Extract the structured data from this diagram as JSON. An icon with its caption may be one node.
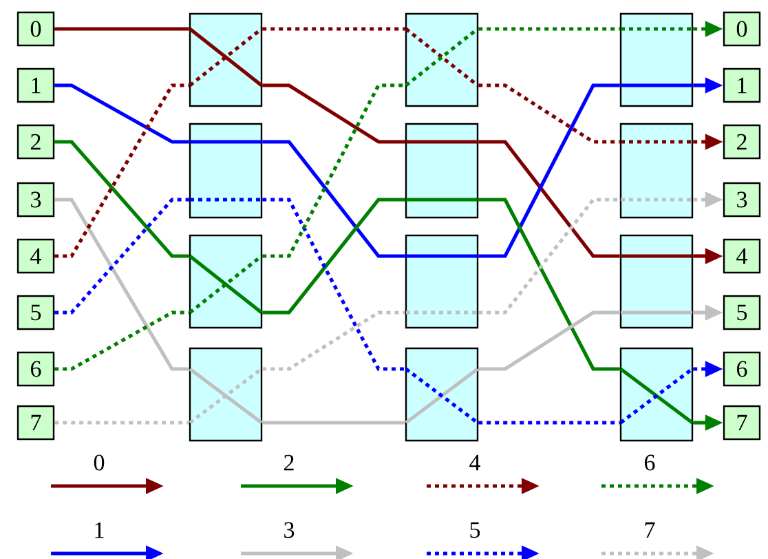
{
  "diagram": {
    "nodes": [
      {
        "text": [
          "0"
        ]
      },
      {
        "text": [
          "1"
        ]
      },
      {
        "text": [
          "2"
        ]
      },
      {
        "text": [
          "3"
        ]
      },
      {
        "text": [
          "4"
        ]
      },
      {
        "text": [
          "5"
        ]
      },
      {
        "text": [
          "6"
        ]
      },
      {
        "text": [
          "7"
        ]
      },
      {
        "text": [],
        "shape": "box"
      },
      {
        "text": [],
        "shape": "box"
      },
      {
        "text": [],
        "shape": "box"
      },
      {
        "text": [],
        "shape": "box"
      },
      {
        "text": [],
        "shape": "box"
      },
      {
        "text": [],
        "shape": "box"
      },
      {
        "text": [],
        "shape": "box"
      },
      {
        "text": [],
        "shape": "box"
      },
      {
        "text": [],
        "shape": "box"
      },
      {
        "text": [],
        "shape": "box"
      },
      {
        "text": [],
        "shape": "box"
      },
      {
        "text": [],
        "shape": "box"
      },
      {
        "text": [
          "0"
        ]
      },
      {
        "text": [
          "1"
        ]
      },
      {
        "text": [
          "2"
        ]
      },
      {
        "text": [
          "3"
        ]
      },
      {
        "text": [
          "4"
        ]
      },
      {
        "text": [
          "5"
        ]
      },
      {
        "text": [
          "6"
        ]
      },
      {
        "text": [
          "7"
        ]
      }
    ],
    "edges": [
      {
        "from": 0,
        "to": 8,
        "arrow": "none",
        "color": "#800000"
      },
      {
        "from": 8,
        "to": 13,
        "arrow": "none",
        "color": "#800000"
      },
      {
        "from": 13,
        "to": 18,
        "arrow": "none",
        "color": "#800000"
      },
      {
        "from": 18,
        "to": 24,
        "arrow": "to",
        "color": "#800000"
      },
      {
        "from": 1,
        "to": 9,
        "arrow": "none",
        "color": "#0000ff"
      },
      {
        "from": 9,
        "to": 14,
        "arrow": "none",
        "color": "#0000ff"
      },
      {
        "from": 14,
        "to": 16,
        "arrow": "none",
        "color": "#0000ff"
      },
      {
        "from": 16,
        "to": 21,
        "arrow": "to",
        "color": "#0000ff"
      },
      {
        "from": 2,
        "to": 10,
        "arrow": "none",
        "color": "#008000"
      },
      {
        "from": 10,
        "to": 13,
        "arrow": "none",
        "color": "#008000"
      },
      {
        "from": 13,
        "to": 19,
        "arrow": "none",
        "color": "#008000"
      },
      {
        "from": 19,
        "to": 27,
        "arrow": "to",
        "color": "#008000"
      },
      {
        "from": 3,
        "to": 11,
        "arrow": "none",
        "color": "#c0c0c0"
      },
      {
        "from": 11,
        "to": 15,
        "arrow": "none",
        "color": "#c0c0c0"
      },
      {
        "from": 15,
        "to": 18,
        "arrow": "none",
        "color": "#c0c0c0"
      },
      {
        "from": 18,
        "to": 25,
        "arrow": "to",
        "color": "#c0c0c0"
      },
      {
        "from": 4,
        "to": 8,
        "arrow": "none",
        "style": "dashed",
        "color": "#800000"
      },
      {
        "from": 8,
        "to": 12,
        "arrow": "none",
        "style": "dashed",
        "color": "#800000"
      },
      {
        "from": 12,
        "to": 17,
        "arrow": "none",
        "style": "dashed",
        "color": "#800000"
      },
      {
        "from": 17,
        "to": 22,
        "arrow": "to",
        "style": "dashed",
        "color": "#800000"
      },
      {
        "from": 5,
        "to": 9,
        "arrow": "none",
        "style": "dashed",
        "color": "#0000ff"
      },
      {
        "from": 9,
        "to": 15,
        "arrow": "none",
        "style": "dashed",
        "color": "#0000ff"
      },
      {
        "from": 15,
        "to": 19,
        "arrow": "none",
        "style": "dashed",
        "color": "#0000ff"
      },
      {
        "from": 19,
        "to": 26,
        "arrow": "to",
        "style": "dashed",
        "color": "#0000ff"
      },
      {
        "from": 6,
        "to": 10,
        "arrow": "none",
        "style": "dashed",
        "color": "#008000"
      },
      {
        "from": 10,
        "to": 12,
        "arrow": "none",
        "style": "dashed",
        "color": "#008000"
      },
      {
        "from": 12,
        "to": 16,
        "arrow": "none",
        "style": "dashed",
        "color": "#008000"
      },
      {
        "from": 16,
        "to": 20,
        "arrow": "to",
        "style": "dashed",
        "color": "#008000"
      },
      {
        "from": 7,
        "to": 11,
        "arrow": "none",
        "style": "dashed",
        "color": "#c0c0c0"
      },
      {
        "from": 11,
        "to": 14,
        "arrow": "none",
        "style": "dashed",
        "color": "#c0c0c0"
      },
      {
        "from": 14,
        "to": 17,
        "arrow": "none",
        "style": "dashed",
        "color": "#c0c0c0"
      },
      {
        "from": 17,
        "to": 23,
        "arrow": "to",
        "style": "dashed",
        "color": "#c0c0c0"
      }
    ],
    "legend": [
      {
        "text": "0"
      },
      {
        "text": "1"
      },
      {
        "text": "2"
      },
      {
        "text": "3"
      },
      {
        "text": "4"
      },
      {
        "text": "5"
      },
      {
        "text": "6"
      },
      {
        "text": "7"
      }
    ]
  }
}
